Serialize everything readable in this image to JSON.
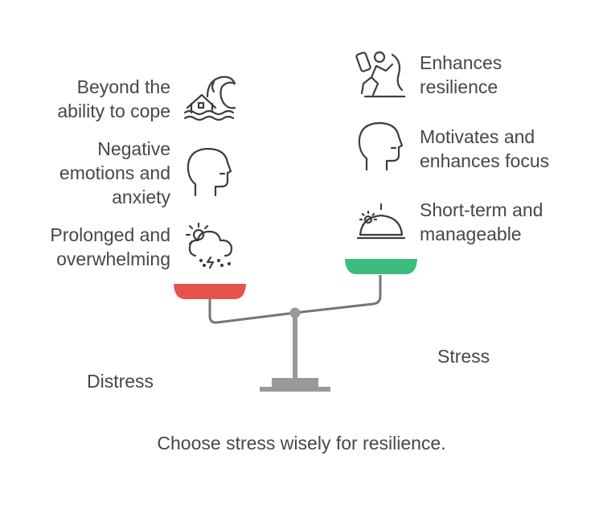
{
  "distress": {
    "label": "Distress",
    "color": "#e5534b",
    "items": [
      {
        "text": "Beyond the\nability to cope",
        "icon": "tsunami-house-icon"
      },
      {
        "text": "Negative\nemotions and\nanxiety",
        "icon": "head-profile-icon"
      },
      {
        "text": "Prolonged and\noverwhelming",
        "icon": "storm-cloud-icon"
      }
    ]
  },
  "stress": {
    "label": "Stress",
    "color": "#3dbd7d",
    "items": [
      {
        "text": "Enhances\nresilience",
        "icon": "climber-icon"
      },
      {
        "text": "Motivates and\nenhances focus",
        "icon": "head-profile-icon"
      },
      {
        "text": "Short-term and\nmanageable",
        "icon": "sunrise-icon"
      }
    ]
  },
  "scale_color": "#999999",
  "caption": "Choose stress wisely for resilience."
}
